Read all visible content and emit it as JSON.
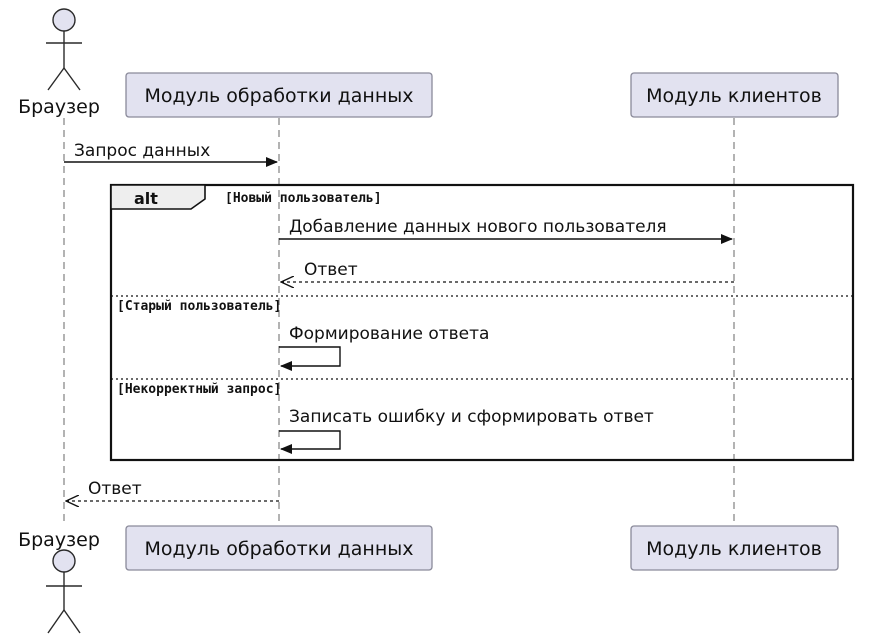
{
  "participants": {
    "browser": "Браузер",
    "processing": "Модуль обработки данных",
    "clients": "Модуль клиентов"
  },
  "messages": {
    "request": "Запрос данных",
    "add_user_data": "Добавление данных нового пользователя",
    "reply_inner": "Ответ",
    "form_reply": "Формирование ответа",
    "log_error": "Записать ошибку и сформировать ответ",
    "reply_final": "Ответ"
  },
  "fragment": {
    "operator": "alt",
    "guards": [
      "[Новый пользователь]",
      "[Старый пользователь]",
      "[Некорректный запрос]"
    ]
  }
}
